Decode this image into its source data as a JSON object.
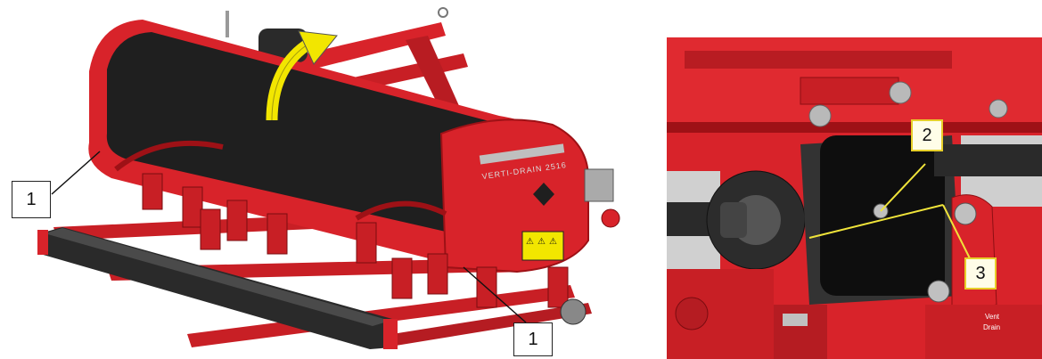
{
  "left_figure": {
    "callouts": [
      {
        "label": "1"
      },
      {
        "label": "1"
      }
    ],
    "decal_text": "VERTI-DRAIN 2516",
    "warning_symbols": [
      "⚠",
      "⚠",
      "⚠"
    ]
  },
  "right_figure": {
    "callouts": [
      {
        "label": "2"
      },
      {
        "label": "3"
      }
    ],
    "vent_label": "Vent",
    "drain_label": "Drain"
  },
  "colors": {
    "frame_red": "#d8232a",
    "dark_red": "#9e1116",
    "housing_black": "#1f1f1f",
    "arrow_yellow": "#f2e600",
    "leader_yellow": "#f0e43a"
  },
  "icons": [
    "rotation-arrow-icon",
    "warning-decal-icon"
  ]
}
